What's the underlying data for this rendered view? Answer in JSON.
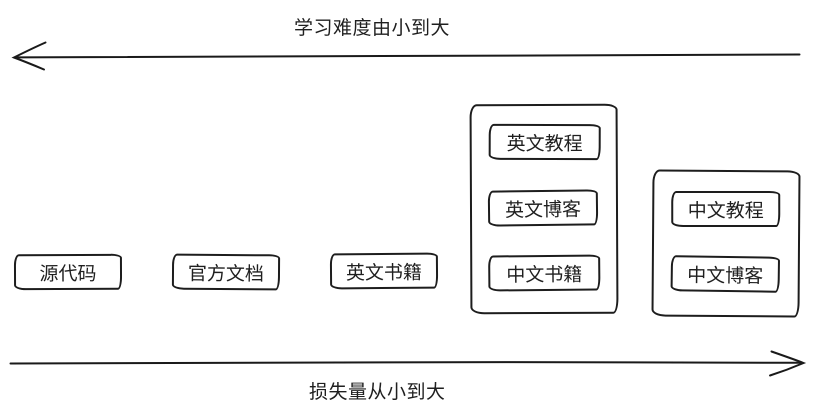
{
  "axes": {
    "top": {
      "label": "学习难度由小到大",
      "direction": "left"
    },
    "bottom": {
      "label": "损失量从小到大",
      "direction": "right"
    }
  },
  "nodes": {
    "source_code": "源代码",
    "official_docs": "官方文档",
    "english_books": "英文书籍",
    "english_tutorials": "英文教程",
    "english_blogs": "英文博客",
    "chinese_books": "中文书籍",
    "chinese_tutorials": "中文教程",
    "chinese_blogs": "中文博客"
  },
  "groups": [
    {
      "name": "group-1",
      "items": [
        "英文教程",
        "英文博客",
        "中文书籍"
      ]
    },
    {
      "name": "group-2",
      "items": [
        "中文教程",
        "中文博客"
      ]
    }
  ],
  "colors": {
    "stroke": "#1a1a1a",
    "text": "#1f1f1f",
    "background": "#ffffff"
  }
}
